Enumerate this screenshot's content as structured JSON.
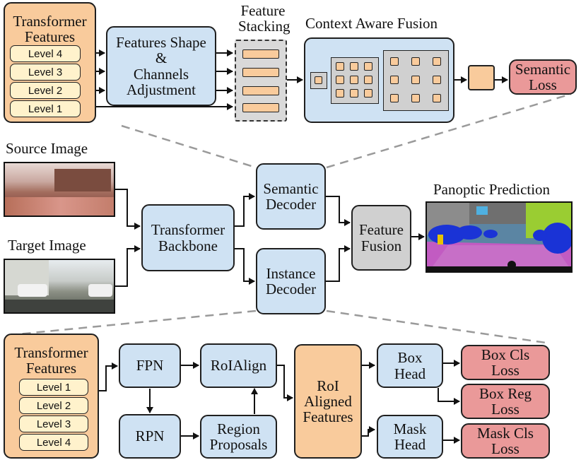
{
  "top": {
    "transformer_features": {
      "title": "Transformer Features",
      "levels": [
        "Level 4",
        "Level 3",
        "Level 2",
        "Level 1"
      ]
    },
    "features_shape": {
      "line1": "Features  Shape",
      "line2": "&",
      "line3": "Channels",
      "line4": "Adjustment"
    },
    "feature_stacking": {
      "line1": "Feature",
      "line2": "Stacking"
    },
    "context_aware_fusion": "Context  Aware Fusion",
    "semantic_loss": {
      "line1": "Semantic",
      "line2": "Loss"
    }
  },
  "middle": {
    "source_image": "Source Image",
    "target_image": "Target Image",
    "transformer_backbone": {
      "line1": "Transformer",
      "line2": "Backbone"
    },
    "semantic_decoder": {
      "line1": "Semantic",
      "line2": "Decoder"
    },
    "instance_decoder": {
      "line1": "Instance",
      "line2": "Decoder"
    },
    "feature_fusion": {
      "line1": "Feature",
      "line2": "Fusion"
    },
    "panoptic_prediction": "Panoptic Prediction"
  },
  "bottom": {
    "transformer_features": {
      "title": "Transformer Features",
      "levels": [
        "Level 1",
        "Level 2",
        "Level 3",
        "Level 4"
      ]
    },
    "fpn": "FPN",
    "rpn": "RPN",
    "roialign": "RoIAlign",
    "region_proposals": {
      "line1": "Region",
      "line2": "Proposals"
    },
    "roi_aligned_features": {
      "line1": "RoI",
      "line2": "Aligned",
      "line3": "Features"
    },
    "box_head": {
      "line1": "Box",
      "line2": "Head"
    },
    "mask_head": {
      "line1": "Mask",
      "line2": "Head"
    },
    "box_cls_loss": {
      "line1": "Box Cls",
      "line2": "Loss"
    },
    "box_reg_loss": {
      "line1": "Box Reg",
      "line2": "Loss"
    },
    "mask_cls_loss": {
      "line1": "Mask Cls",
      "line2": "Loss"
    }
  },
  "colors": {
    "blue": "#cfe2f3",
    "peach": "#f9cb9c",
    "red": "#ea9999",
    "gray": "#d0d0d0",
    "level": "#fff2cc"
  }
}
